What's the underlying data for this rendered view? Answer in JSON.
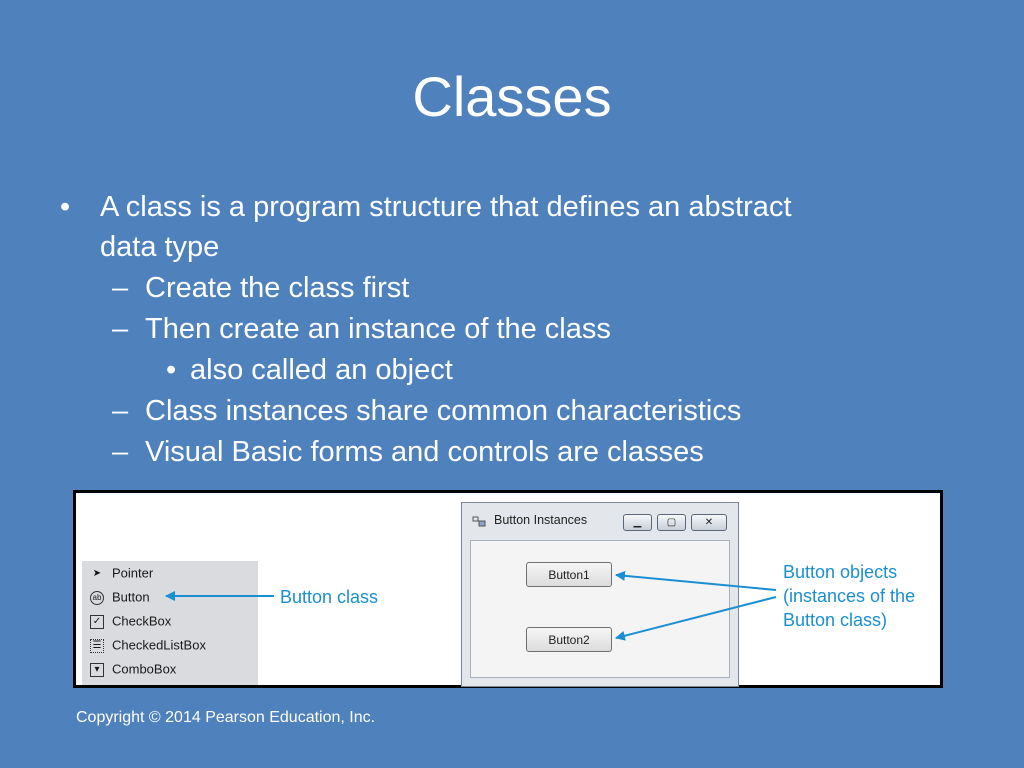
{
  "slide": {
    "title": "Classes",
    "bullets": [
      {
        "level": 1,
        "marker": "•",
        "text": "A class is a program structure that defines an abstract"
      },
      {
        "level": 1,
        "marker": "",
        "text": "data type"
      },
      {
        "level": 2,
        "marker": "–",
        "text": "Create the class first"
      },
      {
        "level": 2,
        "marker": "–",
        "text": "Then create an instance of the class"
      },
      {
        "level": 3,
        "marker": "•",
        "text": "also called an object"
      },
      {
        "level": 2,
        "marker": "–",
        "text": "Class instances share common characteristics"
      },
      {
        "level": 2,
        "marker": "–",
        "text": "Visual Basic forms and controls are classes"
      }
    ],
    "copyright": "Copyright © 2014 Pearson Education, Inc."
  },
  "figure": {
    "toolbox": {
      "items": [
        {
          "label": "Pointer",
          "icon": "pointer-arrow-icon",
          "glyph": "➤"
        },
        {
          "label": "Button",
          "icon": "button-control-icon",
          "glyph": "ab"
        },
        {
          "label": "CheckBox",
          "icon": "checkbox-icon",
          "glyph": "✓"
        },
        {
          "label": "CheckedListBox",
          "icon": "checked-list-box-icon",
          "glyph": "☰"
        },
        {
          "label": "ComboBox",
          "icon": "combobox-icon",
          "glyph": "▾"
        }
      ]
    },
    "form_window": {
      "title": "Button Instances",
      "controls": {
        "minimize": "▁",
        "maximize": "▢",
        "close": "✕"
      },
      "buttons": [
        "Button1",
        "Button2"
      ]
    },
    "callouts": {
      "button_class": "Button class",
      "button_objects": [
        "Button objects",
        "(instances of the",
        "Button class)"
      ]
    },
    "colors": {
      "slide_background": "#4f81bd",
      "callout": "#1a8fd1",
      "toolbox_background": "#d9dbde"
    }
  }
}
